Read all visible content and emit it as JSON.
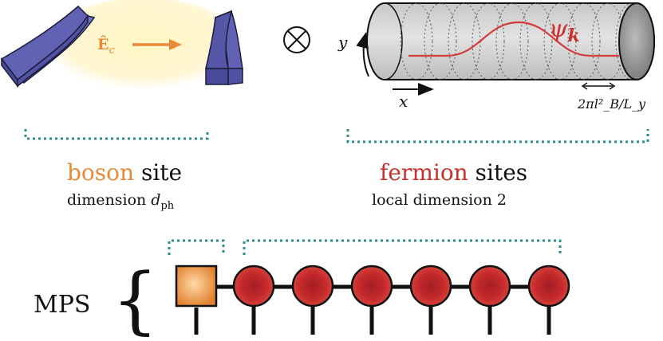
{
  "colors": {
    "mirror": "#5656a8",
    "mirror_edge": "#1c1c3a",
    "field_glow": "#fff1b8",
    "field_arrow": "#e8893a",
    "boson": "#e8893a",
    "fermion": "#c9302e",
    "bracket": "#2a8c8c",
    "cylinder": "#d7d7d7",
    "wave": "#d23c3c"
  },
  "cavity": {
    "field_symbol": "Ê",
    "field_subscript": "c"
  },
  "tensor_product_symbol": "⊗",
  "cylinder": {
    "y_axis": "y",
    "x_axis": "x",
    "wavefunction_symbol": "ψ",
    "wavefunction_subscript": "k",
    "spacing_label": "2πl²_B/L_y"
  },
  "boson_label": {
    "word": "boson",
    "rest": " site",
    "dim_text": "dimension ",
    "dim_symbol": "d",
    "dim_subscript": "ph"
  },
  "fermion_label": {
    "word": "fermion",
    "rest": " sites",
    "dim_text": "local dimension 2"
  },
  "mps": {
    "label": "MPS",
    "brace": "{",
    "fermion_site_count": 6
  }
}
